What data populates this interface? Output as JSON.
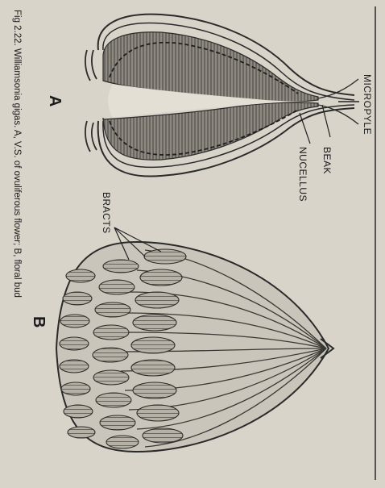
{
  "labels": {
    "micropyle": "MICROPYLE",
    "beak": "BEAK",
    "nucellus": "NUCELLUS",
    "bracts": "BRACTS"
  },
  "panels": {
    "a": "A",
    "b": "B"
  },
  "caption": "Fig 2.22. Williamsonia gigas. A, V.S. of ovuliferous flower; B, floral bud"
}
